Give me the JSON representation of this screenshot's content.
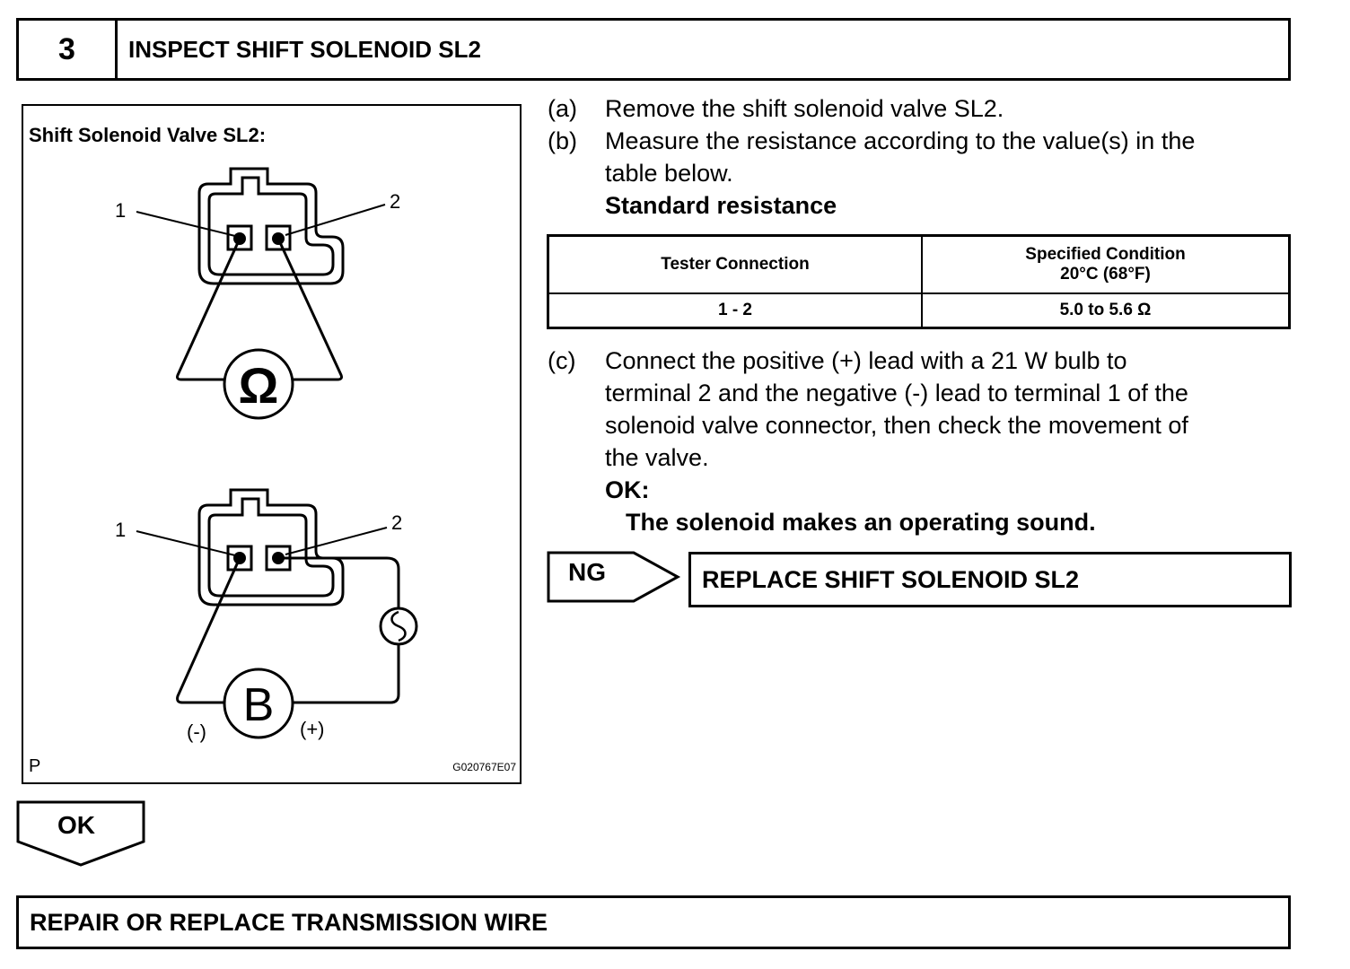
{
  "step": {
    "number": "3",
    "title": "INSPECT SHIFT SOLENOID SL2"
  },
  "diagram": {
    "title": "Shift Solenoid Valve SL2:",
    "top_connector": {
      "pin1": "1",
      "pin2": "2",
      "meter_symbol": "Ω"
    },
    "bottom_connector": {
      "pin1": "1",
      "pin2": "2",
      "battery_symbol": "B",
      "neg": "(-)",
      "pos": "(+)"
    },
    "corner_left": "P",
    "figure_id": "G020767E07"
  },
  "procedure": {
    "a": {
      "letter": "(a)",
      "text": "Remove the shift solenoid valve SL2."
    },
    "b": {
      "letter": "(b)",
      "line1": "Measure the resistance according to the value(s) in the",
      "line2": "table below.",
      "heading": "Standard resistance"
    },
    "c": {
      "letter": "(c)",
      "line1": "Connect the positive (+) lead with a 21 W bulb to",
      "line2": "terminal 2 and the negative (-) lead to terminal 1 of the",
      "line3": "solenoid valve connector, then check the movement of",
      "line4": "the valve.",
      "ok_label": "OK:",
      "ok_text": "The solenoid makes an operating sound."
    }
  },
  "table": {
    "headers": [
      "Tester Connection",
      "Specified Condition",
      "20°C (68°F)"
    ],
    "rows": [
      {
        "connection": "1 - 2",
        "condition": "5.0 to 5.6 Ω"
      }
    ]
  },
  "ng": {
    "label": "NG",
    "action": "REPLACE SHIFT SOLENOID SL2"
  },
  "ok": {
    "label": "OK",
    "action": "REPAIR OR REPLACE TRANSMISSION WIRE"
  }
}
